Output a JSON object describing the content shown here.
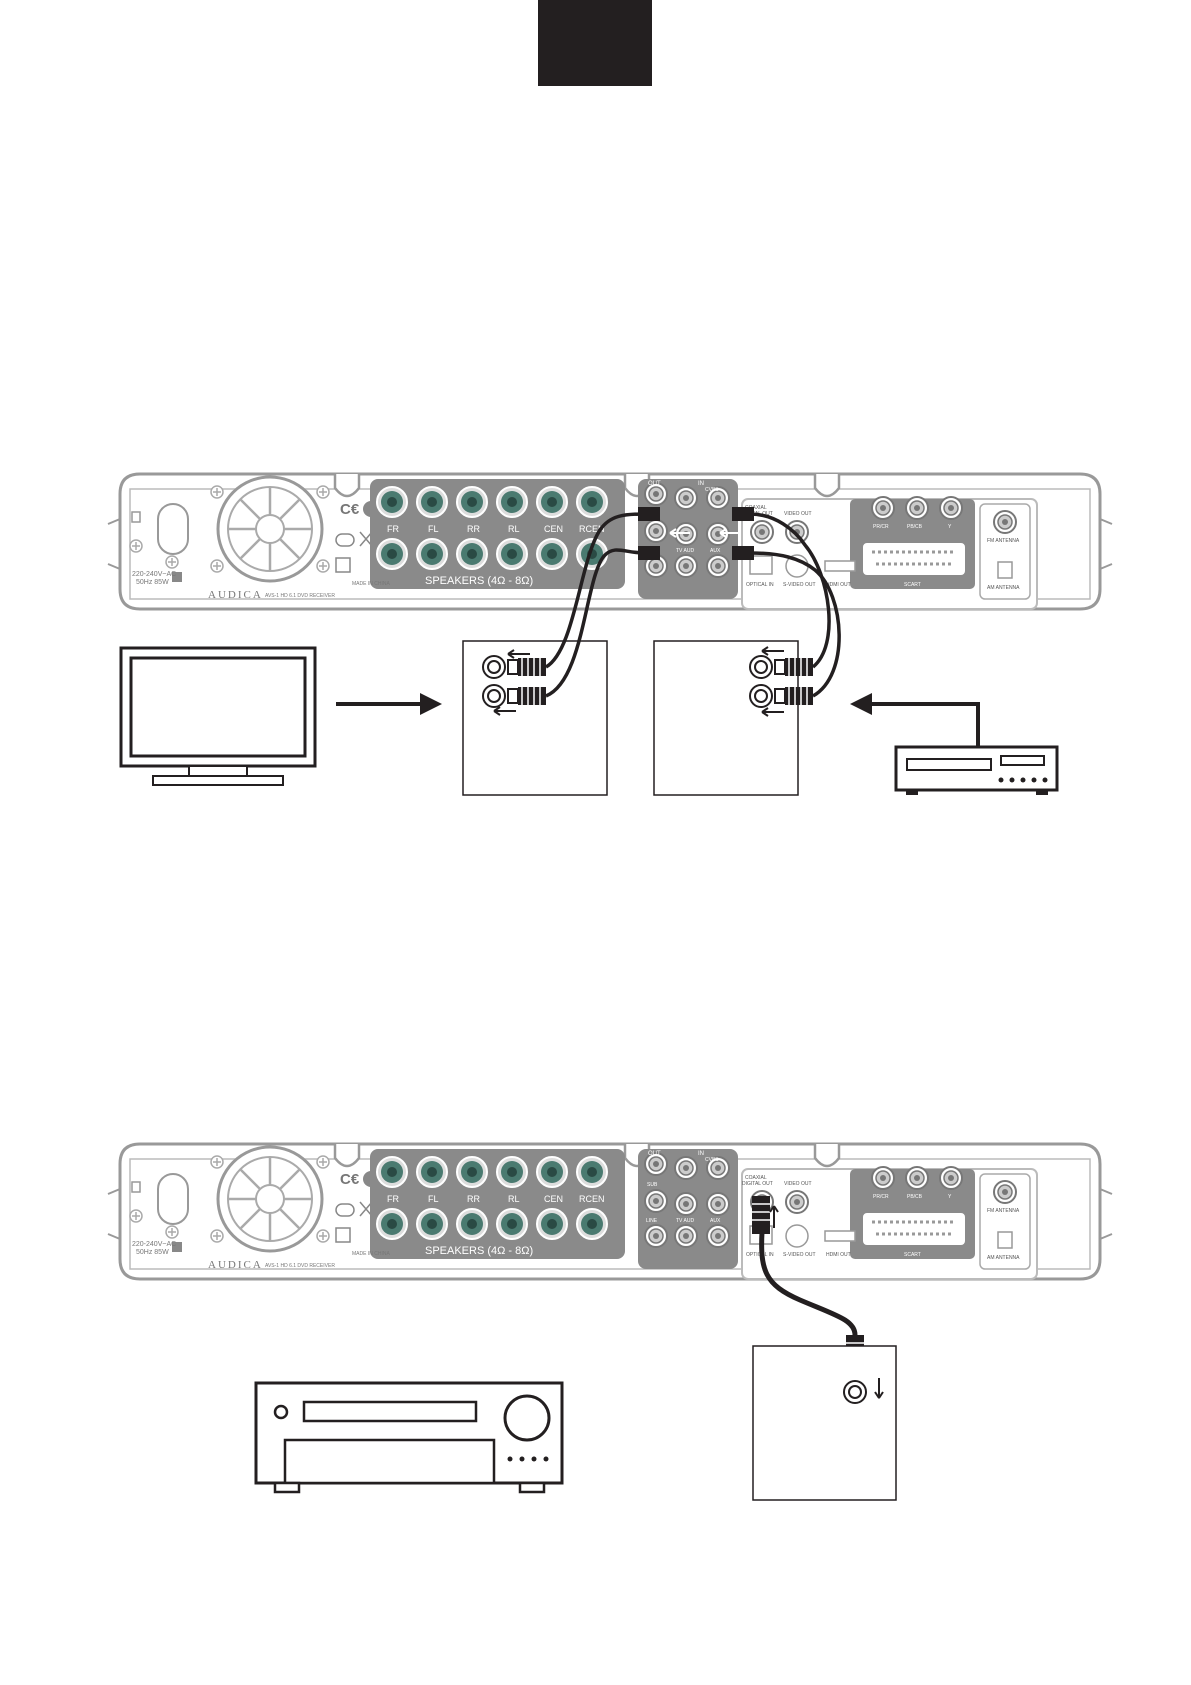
{
  "page": {
    "tab_color": "#231f20"
  },
  "receiver": {
    "brand": "AUDICA",
    "model": "AVS-1 HD 6.1 DVD RECEIVER",
    "power": [
      "220-240V~AC",
      "50Hz 85W"
    ],
    "speaker_labels": [
      "FR",
      "FL",
      "RR",
      "RL",
      "CEN",
      "RCEN"
    ],
    "speakers_title": "SPEAKERS (4Ω - 8Ω)",
    "made_in": "MADE IN CHINA",
    "audio_out": "OUT",
    "audio_in": "IN",
    "cvbs": "CVBS",
    "sub": "SUB",
    "line": "LINE",
    "tv_aud": "TV AUD",
    "aux": "AUX",
    "coaxial": [
      "COAXIAL",
      "DIGITAL OUT"
    ],
    "video_out": "VIDEO OUT",
    "optical_in": "OPTICAL IN",
    "s_video_out": "S-VIDEO OUT",
    "hdmi_out": "HDMI OUT",
    "scart": "SCART",
    "component": [
      "PR/CR",
      "PB/CB",
      "Y"
    ],
    "fm_antenna": "FM ANTENNA",
    "am_antenna": "AM ANTENNA",
    "colors": {
      "panel": "#8a8a8a",
      "outline": "#999999",
      "jack": "#4a7a70",
      "cable": "#231f20"
    }
  }
}
